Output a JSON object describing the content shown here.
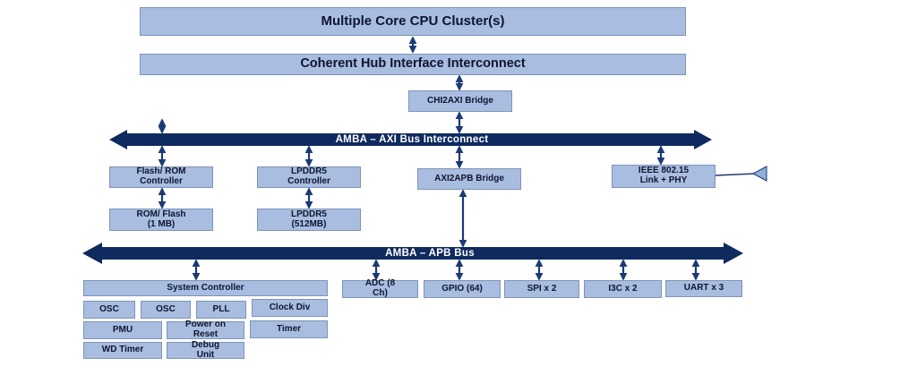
{
  "colors": {
    "block_fill": "#a9bde0",
    "block_border": "#7f93b8",
    "bus": "#0e2a5e",
    "arrow": "#1b3a74",
    "text": "#0d1530"
  },
  "blocks": {
    "cpu_cluster": "Multiple Core CPU Cluster(s)",
    "chi": "Coherent Hub Interface Interconnect",
    "chi2axi": "CHI2AXI Bridge",
    "flash_rom_ctrl": "Flash/ ROM\nController",
    "lpddr5_ctrl": "LPDDR5\nController",
    "axi2apb": "AXI2APB Bridge",
    "ieee": "IEEE 802.15\nLink + PHY",
    "rom_flash": "ROM/  Flash\n(1 MB)",
    "lpddr5_mem": "LPDDR5\n(512MB)",
    "system_controller": "System Controller",
    "osc1": "OSC",
    "osc2": "OSC",
    "pll": "PLL",
    "clock_div": "Clock Div",
    "pmu": "PMU",
    "power_on_reset": "Power on\nReset",
    "timer": "Timer",
    "wd_timer": "WD Timer",
    "debug_unit": "Debug\nUnit",
    "adc": "ADC (8\nCh)",
    "gpio": "GPIO (64)",
    "spi": "SPI x 2",
    "i3c": "I3C x 2",
    "uart": "UART x 3"
  },
  "buses": {
    "axi": "AMBA – AXI Bus Interconnect",
    "apb": "AMBA – APB Bus"
  }
}
